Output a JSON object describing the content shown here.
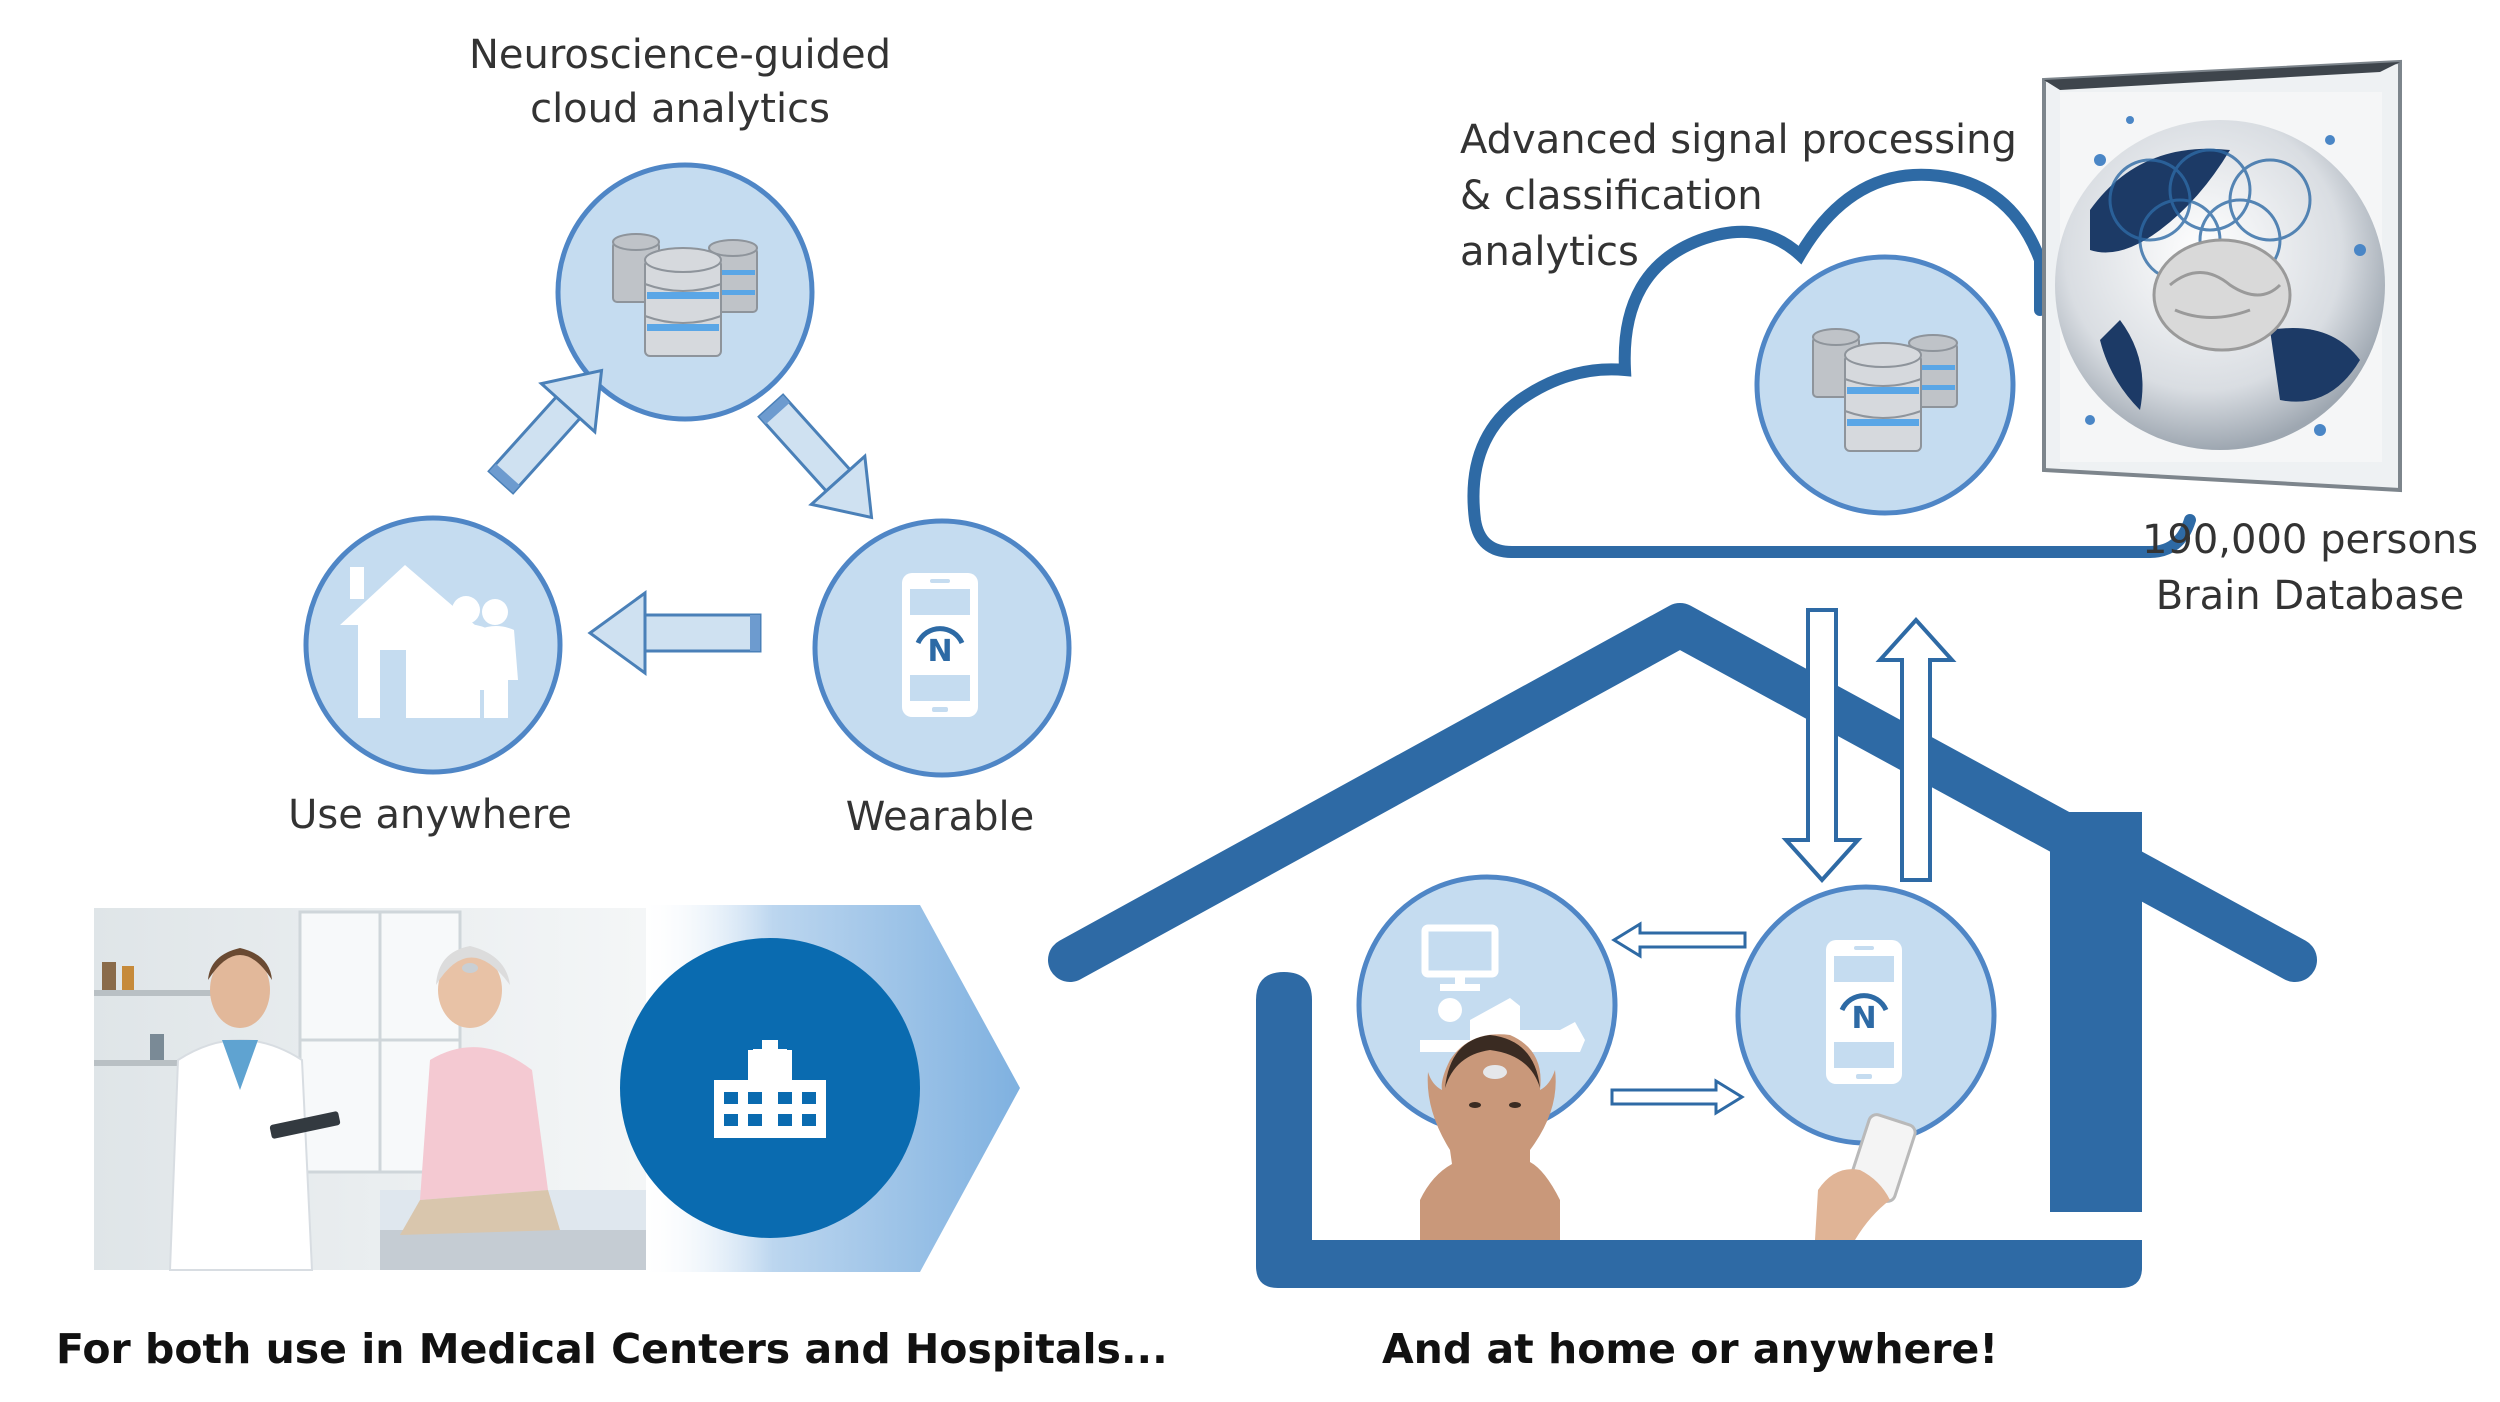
{
  "labels": {
    "cloud_analytics": "Neuroscience-guided\ncloud analytics",
    "use_anywhere": "Use anywhere",
    "wearable": "Wearable",
    "signal_processing": "Advanced signal processing\n& classification\nanalytics",
    "brain_db": "190,000 persons\nBrain Database",
    "caption_left": "For both use in Medical Centers and Hospitals...",
    "caption_right": "And at home or anywhere!"
  },
  "icons": {
    "device_letter": "N"
  },
  "colors": {
    "circle_fill": "#c5dcf0",
    "circle_stroke": "#4f86c6",
    "house_blue": "#2e6aa5",
    "arrow_fill": "#cfe1f1",
    "arrow_stroke": "#4a80b8",
    "hospital_blue": "#0a6bb0",
    "text_dark": "#333333"
  }
}
